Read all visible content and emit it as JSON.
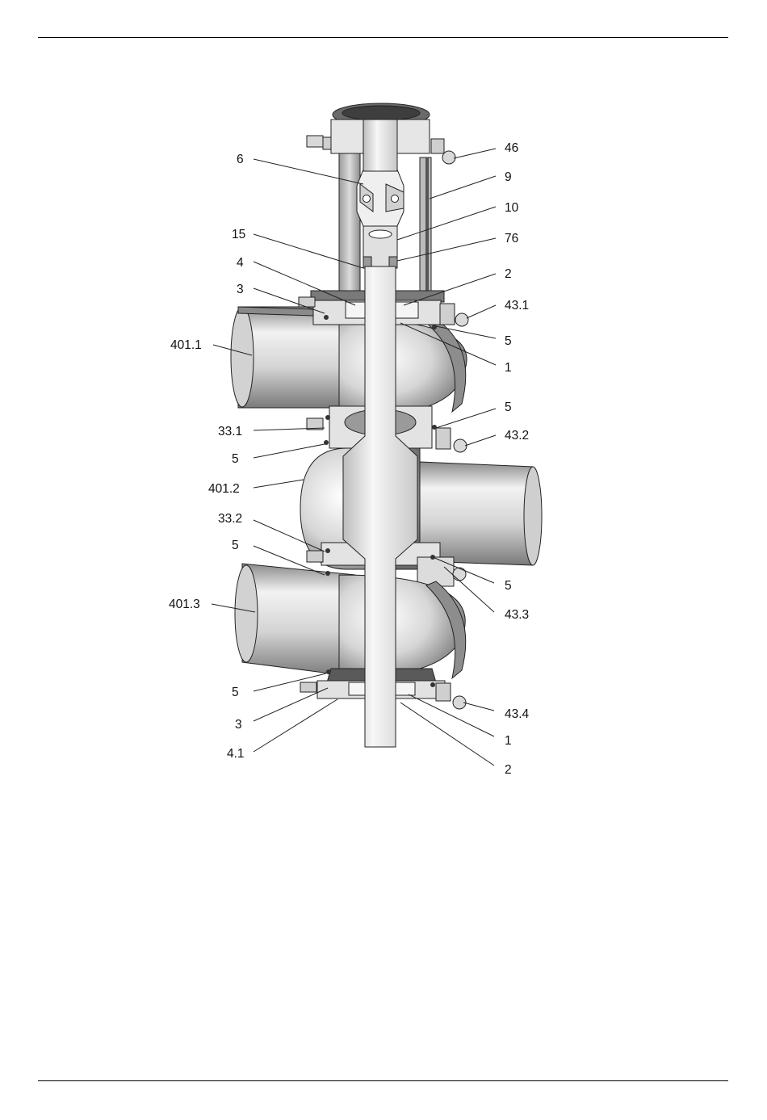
{
  "labels": {
    "46": "46",
    "6": "6",
    "9": "9",
    "10": "10",
    "15": "15",
    "76": "76",
    "4": "4",
    "2_top": "2",
    "3_top": "3",
    "43_1": "43.1",
    "5_a": "5",
    "401_1": "401.1",
    "1_top": "1",
    "5_b": "5",
    "33_1": "33.1",
    "43_2": "43.2",
    "5_c": "5",
    "401_2": "401.2",
    "33_2": "33.2",
    "5_d": "5",
    "5_e": "5",
    "401_3": "401.3",
    "43_3": "43.3",
    "5_f": "5",
    "43_4": "43.4",
    "3_bot": "3",
    "1_bot": "1",
    "4_1": "4.1",
    "2_bot": "2"
  },
  "colors": {
    "line": "#222222",
    "metal_light": "#f4f4f4",
    "metal_mid": "#bdbdbd",
    "metal_dark": "#6e6e6e",
    "seal": "#4a4a4a"
  }
}
